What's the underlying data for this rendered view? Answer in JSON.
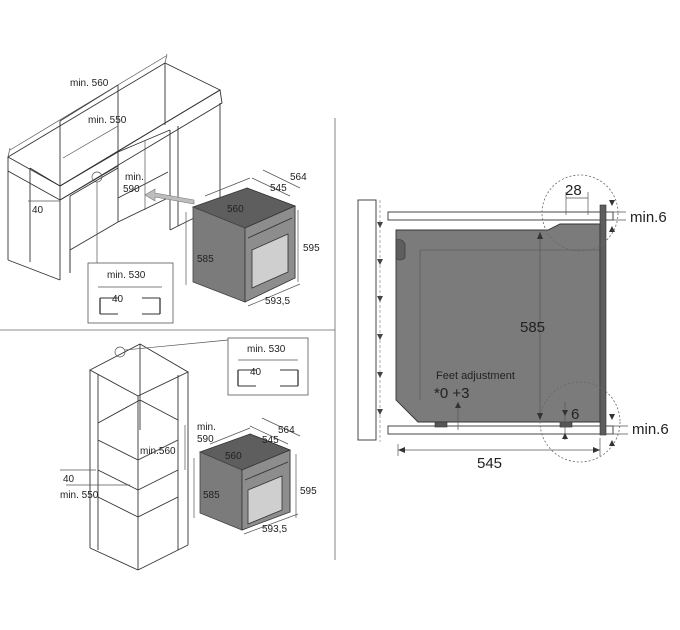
{
  "colors": {
    "appliance_grey": "#7b7b7b",
    "line": "#333333",
    "background": "#ffffff"
  },
  "top_left": {
    "cabinet_width": "min. 560",
    "cabinet_inner_width": "min. 550",
    "niche_height": "min.\n590",
    "front_offset": "40",
    "detail_width": "min. 530",
    "detail_depth": "40",
    "oven_depth_total": "564",
    "oven_depth": "545",
    "oven_width": "560",
    "oven_height_front": "585",
    "oven_height": "595",
    "oven_width_total": "593,5"
  },
  "bottom_left": {
    "detail_width": "min. 530",
    "detail_depth": "40",
    "niche_height": "min.\n590",
    "niche_width": "min.560",
    "front_offset": "40",
    "cabinet_inner_width": "min. 550",
    "oven_depth_total": "564",
    "oven_depth": "545",
    "oven_width": "560",
    "oven_height_front": "585",
    "oven_height": "595",
    "oven_width_total": "593,5"
  },
  "right": {
    "top_gap": "28",
    "top_clearance": "min.6",
    "height": "585",
    "feet_title": "Feet adjustment",
    "feet_value": "*0 +3",
    "bottom_gap": "6",
    "bottom_clearance": "min.6",
    "depth": "545"
  }
}
